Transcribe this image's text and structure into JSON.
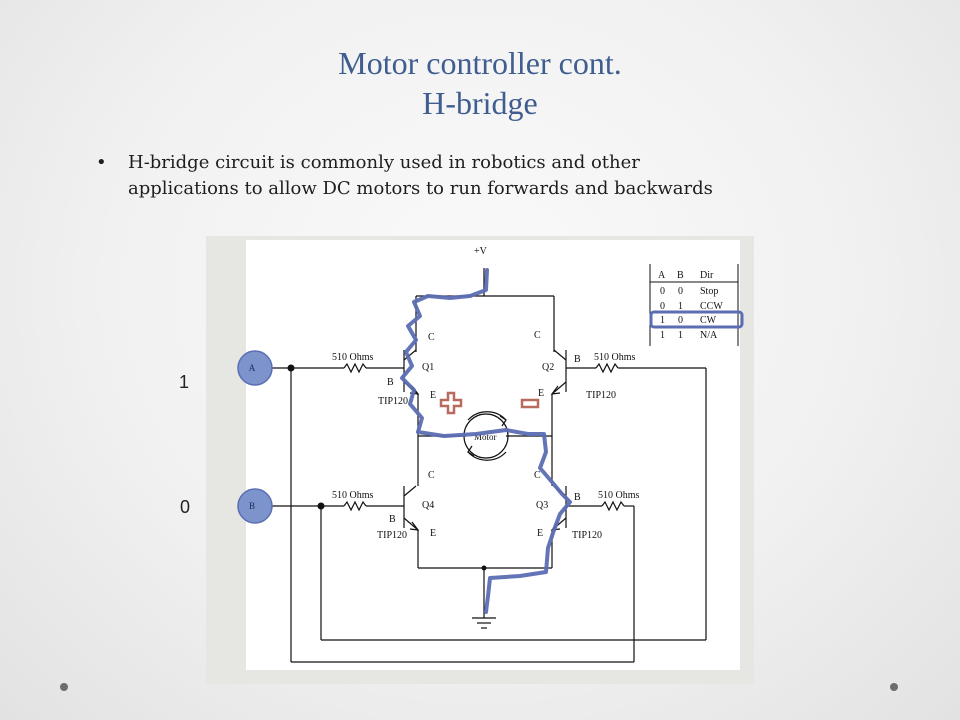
{
  "slide": {
    "title_line1": "Motor controller cont.",
    "title_line2": "H-bridge",
    "bullet": "H-bridge circuit is commonly used in robotics and other applications to allow DC motors to run forwards and backwards"
  },
  "inputs": {
    "a_value": "1",
    "b_value": "0"
  },
  "circuit": {
    "supply": "+V",
    "input_a": "A",
    "input_b": "B",
    "resistor": "510 Ohms",
    "motor": "Motor",
    "part": "TIP120",
    "q1": "Q1",
    "q2": "Q2",
    "q3": "Q3",
    "q4": "Q4",
    "pin_c": "C",
    "pin_b": "B",
    "pin_e": "E"
  },
  "truth_table": {
    "header": [
      "A",
      "B",
      "Dir"
    ],
    "rows": [
      [
        "0",
        "0",
        "Stop"
      ],
      [
        "0",
        "1",
        "CCW"
      ],
      [
        "1",
        "0",
        "CW"
      ],
      [
        "1",
        "1",
        "N/A"
      ]
    ],
    "highlighted_row": 2
  },
  "colors": {
    "title": "#3f5d8f",
    "path": "#5b6eb3",
    "marker": "#b86a5e",
    "input_circle": "#7c93cc"
  },
  "icons": [
    "bullet-dot",
    "plus-marker",
    "minus-marker",
    "motor-rotation-arrows",
    "ground-symbol",
    "nav-dot"
  ]
}
